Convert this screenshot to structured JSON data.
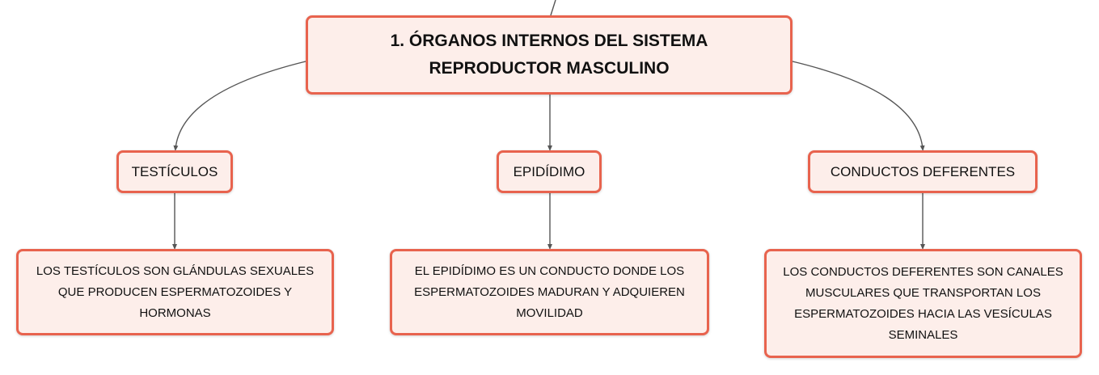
{
  "diagram": {
    "root": {
      "text": "1. ÓRGANOS INTERNOS DEL SISTEMA REPRODUCTOR MASCULINO"
    },
    "branches": [
      {
        "label": "TESTÍCULOS",
        "description": "LOS TESTÍCULOS SON GLÁNDULAS SEXUALES QUE PRODUCEN ESPERMATOZOIDES Y HORMONAS"
      },
      {
        "label": "EPIDÍDIMO",
        "description": "EL EPIDÍDIMO ES UN CONDUCTO DONDE LOS ESPERMATOZOIDES MADURAN Y ADQUIEREN MOVILIDAD"
      },
      {
        "label": "CONDUCTOS DEFERENTES",
        "description": "LOS CONDUCTOS DEFERENTES SON CANALES MUSCULARES QUE TRANSPORTAN LOS ESPERMATOZOIDES HACIA LAS VESÍCULAS SEMINALES"
      }
    ]
  },
  "colors": {
    "node_border": "#e8634e",
    "node_fill": "#fdeeea",
    "connector": "#555555",
    "text": "#111111"
  }
}
